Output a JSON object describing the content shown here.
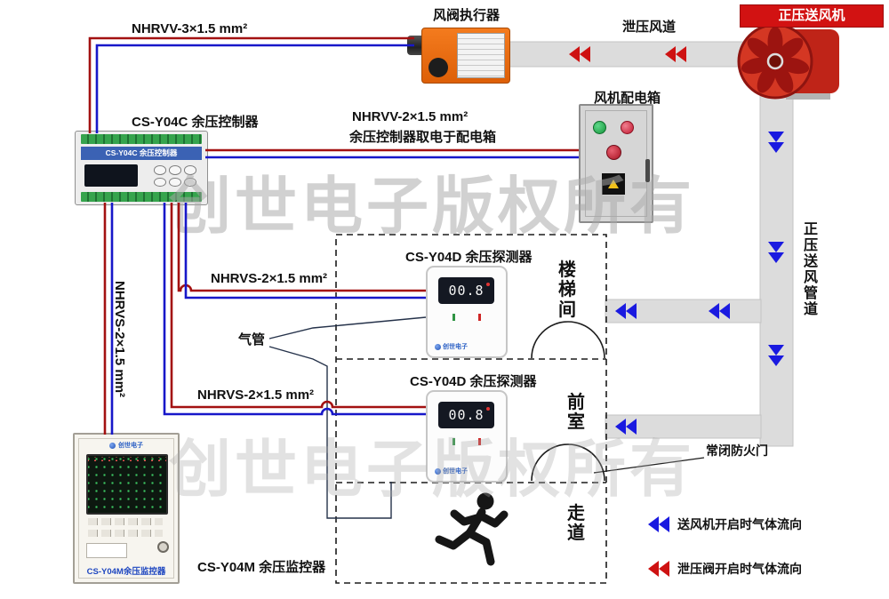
{
  "watermark": {
    "text": "创世电子版权所有"
  },
  "cables": {
    "nhrvv3": "NHRVV-3×1.5 mm²",
    "nhrvv2": "NHRVV-2×1.5 mm²",
    "nhrvv2_note": "余压控制器取电于配电箱",
    "nhrvs1": "NHRVS-2×1.5 mm²",
    "nhrvs2": "NHRVS-2×1.5 mm²",
    "nhrvs_vertical": "NHRVS-2×1.5 mm²"
  },
  "components": {
    "actuator_title": "风阀执行器",
    "relief_duct": "泄压风道",
    "supply_fan": "正压送风机",
    "power_box": "风机配电箱",
    "controller_title": "CS-Y04C 余压控制器",
    "detector1_title": "CS-Y04D 余压探测器",
    "detector2_title": "CS-Y04D 余压探测器",
    "monitor_title": "CS-Y04M 余压监控器",
    "air_tube": "气管",
    "fire_door": "常闭防火门",
    "supply_duct": "正压送风管道"
  },
  "rooms": {
    "stairwell": "楼梯间",
    "front_room": "前室",
    "corridor": "走道"
  },
  "devices": {
    "controller": {
      "panel_label": "CS-Y04C 余压控制器"
    },
    "detector1": {
      "reading": "00.8",
      "brand": "创世电子"
    },
    "detector2": {
      "reading": "00.8",
      "brand": "创世电子"
    },
    "monitor": {
      "panel_label": "CS-Y04M余压监控器",
      "brand": "创世电子"
    }
  },
  "legend": {
    "supply_flow": "送风机开启时气体流向",
    "relief_flow": "泄压阀开启时气体流向"
  },
  "colors": {
    "wire_red": "#a31111",
    "wire_blue": "#1717c9",
    "arrow_blue": "#1a1ae0",
    "arrow_red": "#ce1212",
    "duct_gray": "#dcdcdc",
    "actuator_orange": "#e8650f",
    "fan_red": "#c8281c"
  }
}
